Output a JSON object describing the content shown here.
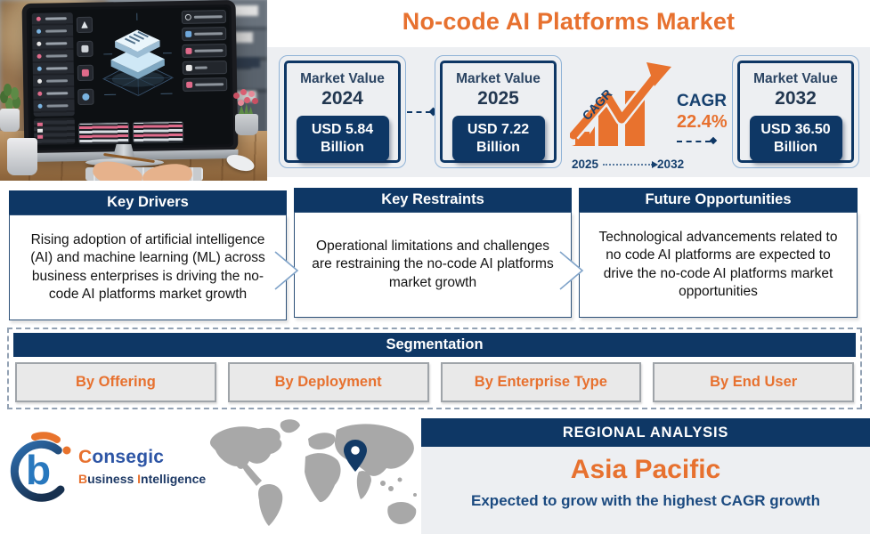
{
  "title": "No-code AI Platforms Market",
  "market_boxes": [
    {
      "label": "Market Value",
      "year": "2024",
      "value_line1": "USD 5.84",
      "value_line2": "Billion"
    },
    {
      "label": "Market Value",
      "year": "2025",
      "value_line1": "USD 7.22",
      "value_line2": "Billion"
    },
    {
      "label": "Market Value",
      "year": "2032",
      "value_line1": "USD 36.50",
      "value_line2": "Billion"
    }
  ],
  "cagr": {
    "chart_label": "CAGR",
    "label": "CAGR",
    "value": "22.4%",
    "start_year": "2025",
    "end_year": "2032"
  },
  "insights": [
    {
      "title": "Key Drivers",
      "text": "Rising adoption of artificial intelligence (AI) and machine learning (ML) across business enterprises is driving the no-code AI platforms market growth"
    },
    {
      "title": "Key Restraints",
      "text": "Operational limitations and challenges are restraining the no-code AI platforms market growth"
    },
    {
      "title": "Future Opportunities",
      "text": "Technological advancements related to no code AI platforms are expected to drive the no-code AI platforms market opportunities"
    }
  ],
  "segmentation": {
    "title": "Segmentation",
    "segments": [
      "By Offering",
      "By Deployment",
      "By Enterprise Type",
      "By End User"
    ]
  },
  "regional": {
    "title": "REGIONAL ANALYSIS",
    "region": "Asia Pacific",
    "subtitle": "Expected to grow with the highest CAGR growth"
  },
  "logo": {
    "mark_letter": "b",
    "brand_initial": "C",
    "brand_rest": "onsegic",
    "tag_b": "B",
    "tag_b_rest": "usiness",
    "tag_i": "I",
    "tag_i_rest": "ntelligence"
  },
  "colors": {
    "navy": "#0e3765",
    "orange": "#e7712f",
    "steel_blue": "#8fb2d6",
    "band_gray": "#edeff2",
    "button_gray": "#e9e9e9",
    "map_gray": "#a8a8a8"
  },
  "chart_data": {
    "type": "bar",
    "title": "No-code AI Platforms Market",
    "categories": [
      "2024",
      "2025",
      "2032"
    ],
    "values": [
      5.84,
      7.22,
      36.5
    ],
    "ylabel": "Market Value (USD Billion)",
    "cagr_percent": 22.4,
    "cagr_period": [
      "2025",
      "2032"
    ]
  }
}
